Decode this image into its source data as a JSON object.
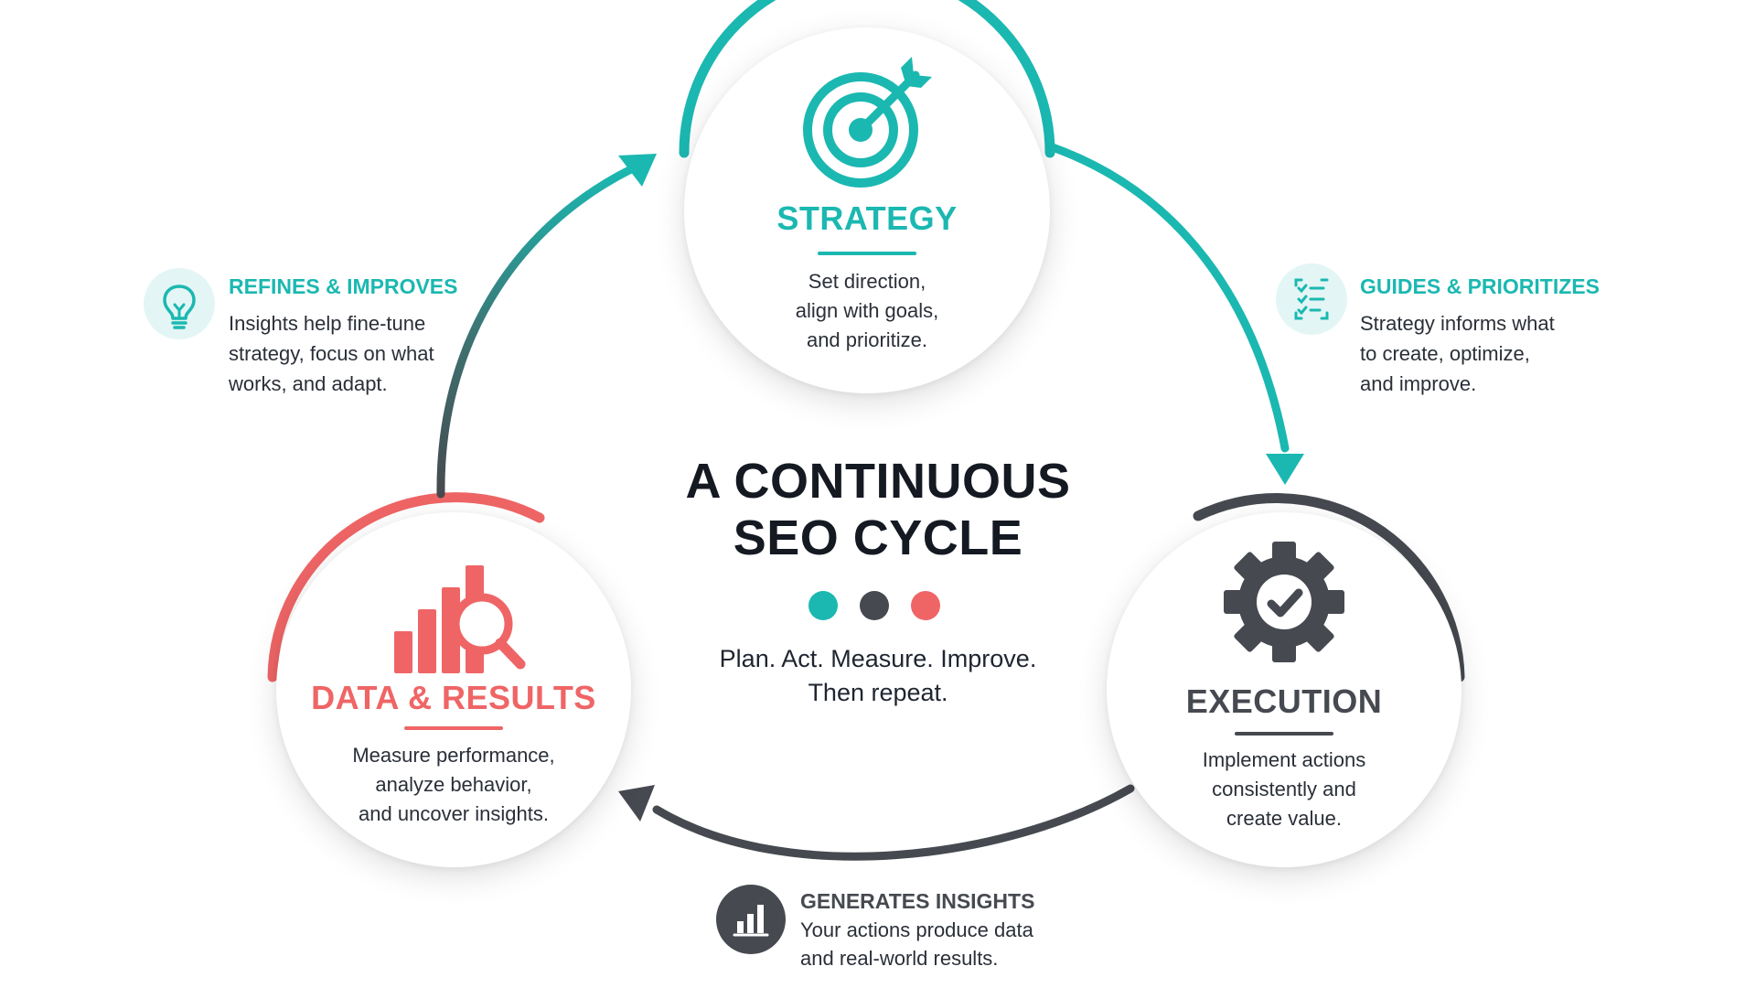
{
  "center": {
    "title": "A CONTINUOUS\nSEO CYCLE",
    "tagline": "Plan. Act. Measure. Improve.\nThen repeat."
  },
  "nodes": {
    "strategy": {
      "title": "STRATEGY",
      "description": "Set direction,\nalign with goals,\nand prioritize.",
      "color": "#1bb8b1",
      "icon": "target-arrow-icon"
    },
    "execution": {
      "title": "EXECUTION",
      "description": "Implement actions\nconsistently and\ncreate value.",
      "color": "#464a50",
      "icon": "gear-check-icon"
    },
    "data_results": {
      "title": "DATA & RESULTS",
      "description": "Measure performance,\nanalyze behavior,\nand uncover insights.",
      "color": "#ef6566",
      "icon": "bar-chart-magnifier-icon"
    }
  },
  "annotations": {
    "guides": {
      "title": "GUIDES & PRIORITIZES",
      "body": "Strategy informs what\nto create, optimize,\nand improve.",
      "icon": "checklist-icon"
    },
    "generates": {
      "title": "GENERATES INSIGHTS",
      "body": "Your actions produce data\nand real-world results.",
      "icon": "bar-chart-icon"
    },
    "refines": {
      "title": "REFINES & IMPROVES",
      "body": "Insights help fine-tune\nstrategy, focus on what\nworks, and adapt.",
      "icon": "lightbulb-icon"
    }
  },
  "colors": {
    "teal": "#1bb8b1",
    "dark": "#464a50",
    "coral": "#ef6566",
    "teal_light": "#e3f6f5"
  }
}
